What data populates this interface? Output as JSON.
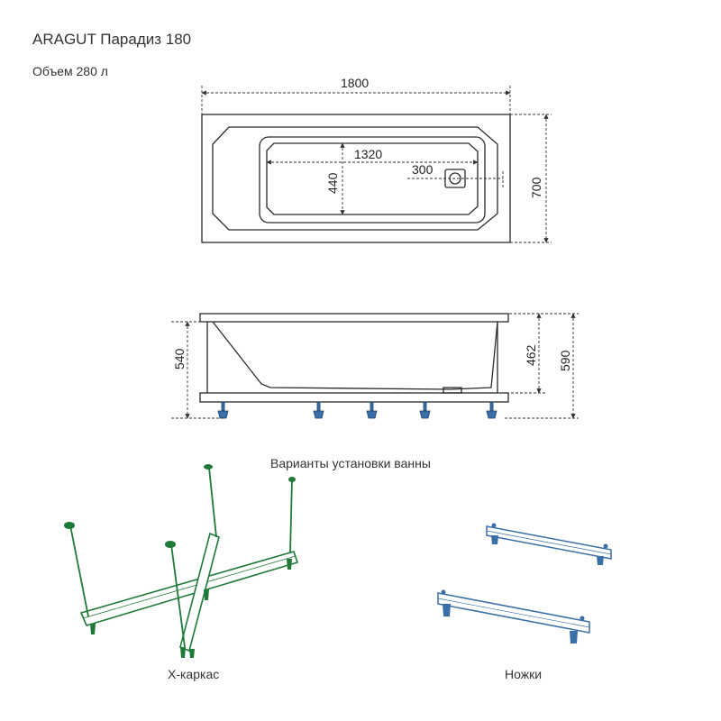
{
  "header": {
    "title": "ARAGUT Парадиз 180",
    "volume": "Объем  280 л"
  },
  "top_view": {
    "length": "1800",
    "width": "700",
    "inner_length": "1320",
    "inner_width": "440",
    "drain_offset": "300"
  },
  "side_view": {
    "height_left": "540",
    "depth": "462",
    "total_height": "590"
  },
  "install": {
    "caption": "Варианты установки ванны",
    "x_frame_label": "Х-каркас",
    "legs_label": "Ножки"
  },
  "colors": {
    "outline": "#2a2a2a",
    "dimension": "#333333",
    "frame_green": "#1f7a3a",
    "legs_blue": "#3a6fa8"
  }
}
